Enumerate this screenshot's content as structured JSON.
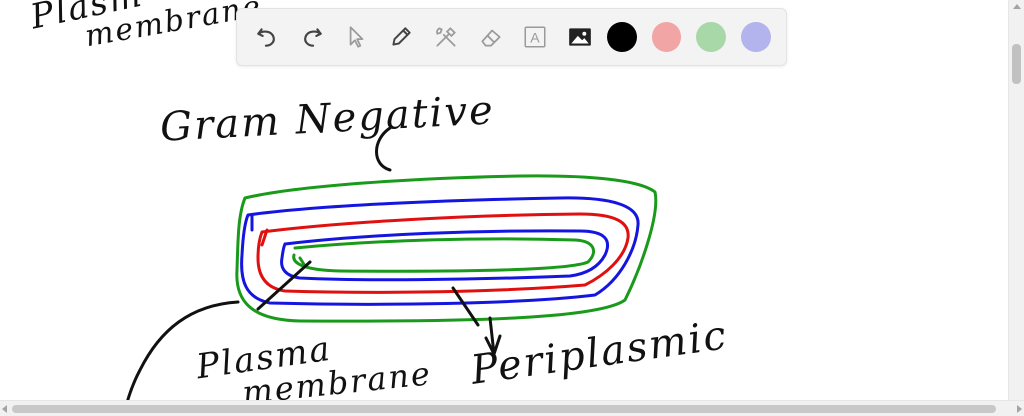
{
  "toolbar": {
    "tools": [
      {
        "name": "undo-icon",
        "label": "Undo"
      },
      {
        "name": "redo-icon",
        "label": "Redo"
      },
      {
        "name": "pointer-icon",
        "label": "Select"
      },
      {
        "name": "pen-icon",
        "label": "Pen"
      },
      {
        "name": "tools-icon",
        "label": "Tools"
      },
      {
        "name": "eraser-icon",
        "label": "Eraser"
      },
      {
        "name": "text-icon",
        "label": "Text",
        "glyph": "A"
      },
      {
        "name": "image-icon",
        "label": "Image"
      }
    ],
    "colors": {
      "black": "#000000",
      "red": "#f2a5a5",
      "green": "#a8d8a8",
      "blue": "#b3b3ee"
    }
  },
  "drawing": {
    "ink_colors": {
      "text": "#111111",
      "outer_membrane": "#1a9a1a",
      "cell_wall": "#1515e0",
      "peptidoglycan": "#e01010",
      "plasma_membrane": "#1a9a1a"
    },
    "labels": {
      "top_left_line1": "Plasm",
      "top_left_line2": "membrane",
      "title": "Gram Negative",
      "plasma_line1": "Plasma",
      "plasma_line2": "membrane",
      "periplasmic": "Periplasmic"
    }
  }
}
